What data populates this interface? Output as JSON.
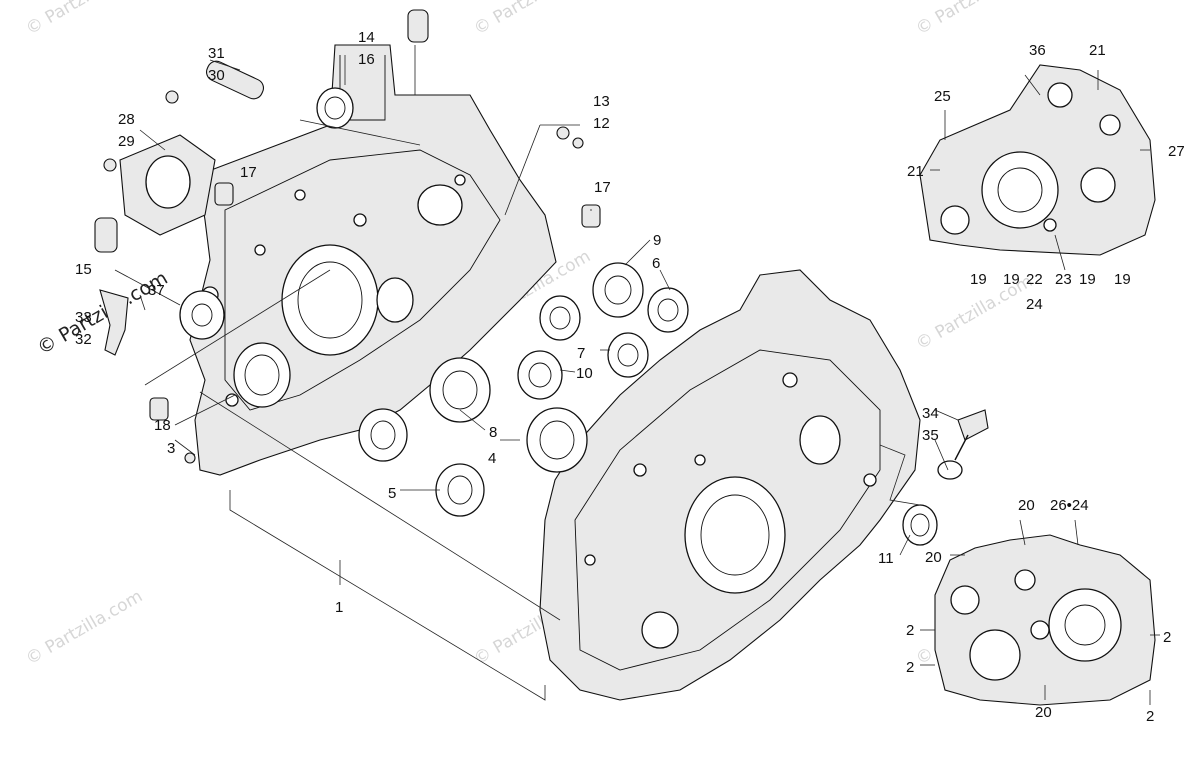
{
  "watermark": {
    "small_text": "© Partzilla.com",
    "main_text": "© Partzilla.com"
  },
  "callouts": [
    {
      "id": "c1",
      "label": "1"
    },
    {
      "id": "c2a",
      "label": "2"
    },
    {
      "id": "c2b",
      "label": "2"
    },
    {
      "id": "c2c",
      "label": "2"
    },
    {
      "id": "c2d",
      "label": "2"
    },
    {
      "id": "c3",
      "label": "3"
    },
    {
      "id": "c4",
      "label": "4"
    },
    {
      "id": "c5",
      "label": "5"
    },
    {
      "id": "c6",
      "label": "6"
    },
    {
      "id": "c7",
      "label": "7"
    },
    {
      "id": "c8",
      "label": "8"
    },
    {
      "id": "c9",
      "label": "9"
    },
    {
      "id": "c10",
      "label": "10"
    },
    {
      "id": "c11",
      "label": "11"
    },
    {
      "id": "c12",
      "label": "12"
    },
    {
      "id": "c13",
      "label": "13"
    },
    {
      "id": "c14",
      "label": "14"
    },
    {
      "id": "c15",
      "label": "15"
    },
    {
      "id": "c16",
      "label": "16"
    },
    {
      "id": "c17a",
      "label": "17"
    },
    {
      "id": "c17b",
      "label": "17"
    },
    {
      "id": "c18",
      "label": "18"
    },
    {
      "id": "c19a",
      "label": "19"
    },
    {
      "id": "c19b",
      "label": "19"
    },
    {
      "id": "c19c",
      "label": "19"
    },
    {
      "id": "c19d",
      "label": "19"
    },
    {
      "id": "c20a",
      "label": "20"
    },
    {
      "id": "c20b",
      "label": "20"
    },
    {
      "id": "c20c",
      "label": "20"
    },
    {
      "id": "c21a",
      "label": "21"
    },
    {
      "id": "c21b",
      "label": "21"
    },
    {
      "id": "c22",
      "label": "22"
    },
    {
      "id": "c23",
      "label": "23"
    },
    {
      "id": "c24a",
      "label": "24"
    },
    {
      "id": "c25",
      "label": "25"
    },
    {
      "id": "c26",
      "label": "26•24"
    },
    {
      "id": "c27",
      "label": "27"
    },
    {
      "id": "c28",
      "label": "28"
    },
    {
      "id": "c29",
      "label": "29"
    },
    {
      "id": "c30",
      "label": "30"
    },
    {
      "id": "c31",
      "label": "31"
    },
    {
      "id": "c32",
      "label": "32"
    },
    {
      "id": "c33",
      "label": "33"
    },
    {
      "id": "c34",
      "label": "34"
    },
    {
      "id": "c35",
      "label": "35"
    },
    {
      "id": "c36",
      "label": "36"
    },
    {
      "id": "c37",
      "label": "37"
    }
  ]
}
